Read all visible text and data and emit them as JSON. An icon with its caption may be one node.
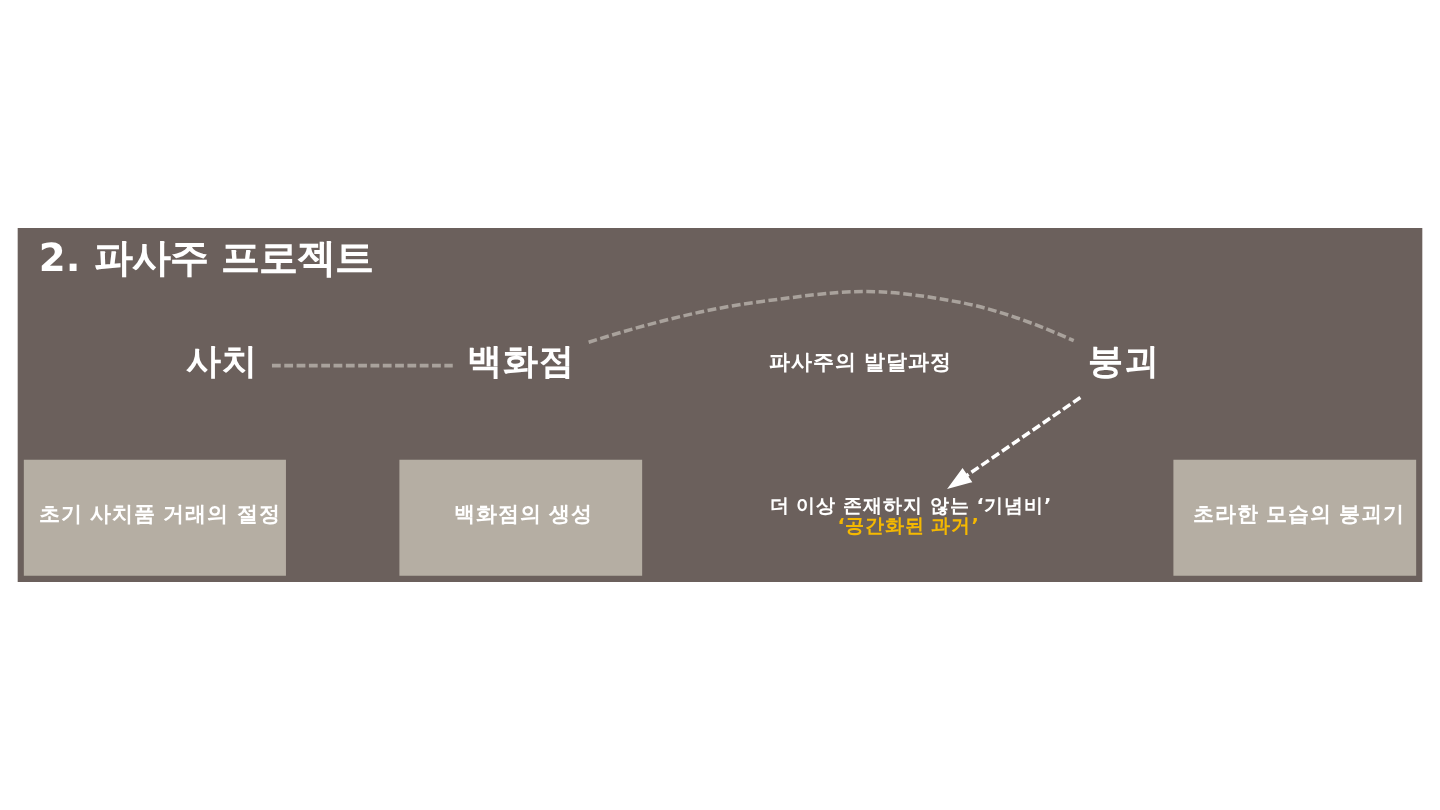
{
  "diagram": {
    "title": "2. 파사주 프로젝트",
    "nodes": [
      {
        "text": [
          "사치"
        ]
      },
      {
        "text": [
          "백화점"
        ]
      },
      {
        "text": [
          "붕괴"
        ]
      },
      {
        "text": [
          "초기 사치품 거래의 절정"
        ]
      },
      {
        "text": [
          "백화점의 생성"
        ]
      },
      {
        "text": [
          "초라한 모습의 붕괴기"
        ]
      },
      {
        "text": [
          "더 이상 존재하지 않는 ‘기념비’",
          "‘공간화된 과거’"
        ]
      }
    ],
    "edges": [
      {
        "from": 0,
        "to": 1,
        "arrow": "none",
        "style": "dashed",
        "color": "#a9a29c"
      },
      {
        "from": 1,
        "to": 2,
        "arrow": "none",
        "style": "dashed",
        "color": "#a9a29c"
      },
      {
        "from": 2,
        "to": 6,
        "arrow": "to",
        "style": "dashed",
        "color": "#ffffff"
      }
    ],
    "labels": [
      "파사주의 발달과정"
    ]
  }
}
